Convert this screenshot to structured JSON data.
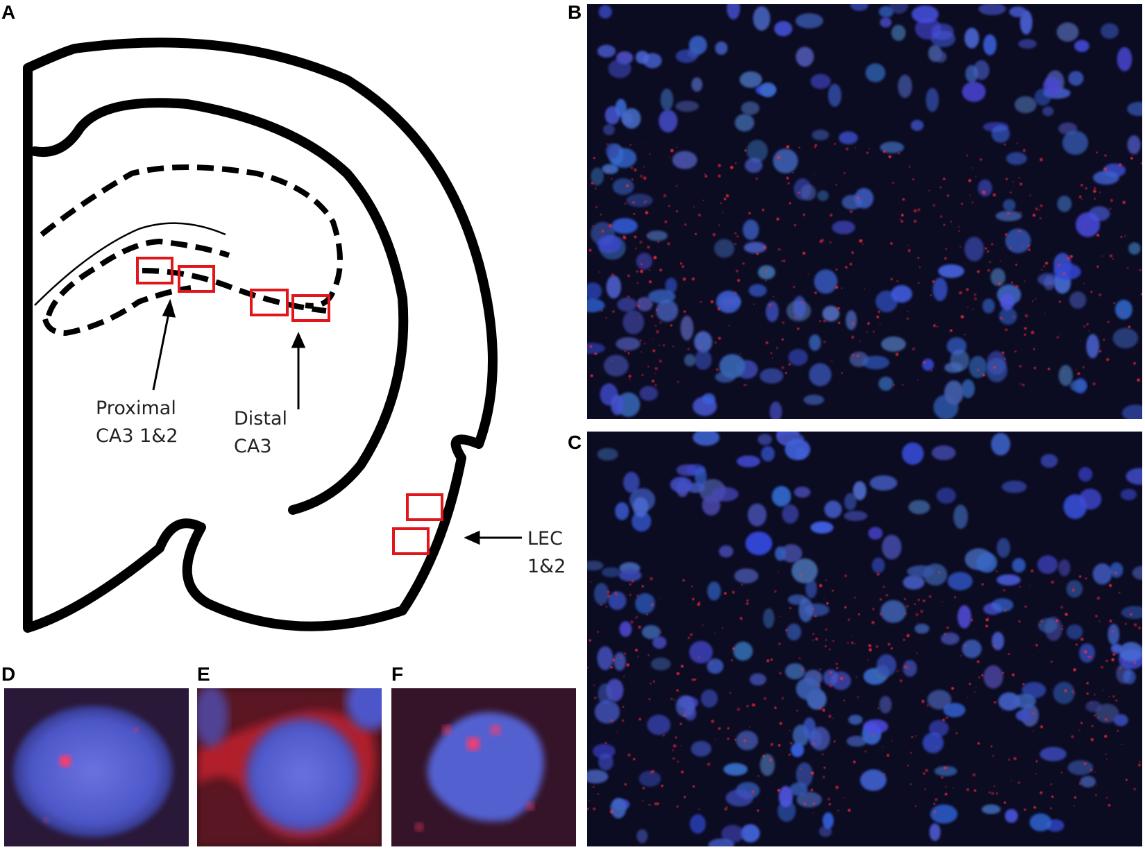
{
  "panels": {
    "A": "A",
    "B": "B",
    "C": "C",
    "D": "D",
    "E": "E",
    "F": "F"
  },
  "schematic": {
    "label_proximal_line1": "Proximal",
    "label_proximal_line2": "CA3 1&2",
    "label_distal_line1": "Distal",
    "label_distal_line2": "CA3",
    "label_lec_line1": "LEC",
    "label_lec_line2": "1&2",
    "roi_color": "#e0161b"
  },
  "colors": {
    "nucleus": "#4a5cd6",
    "signal": "#ff2a3a",
    "background": "#0b0b22"
  }
}
